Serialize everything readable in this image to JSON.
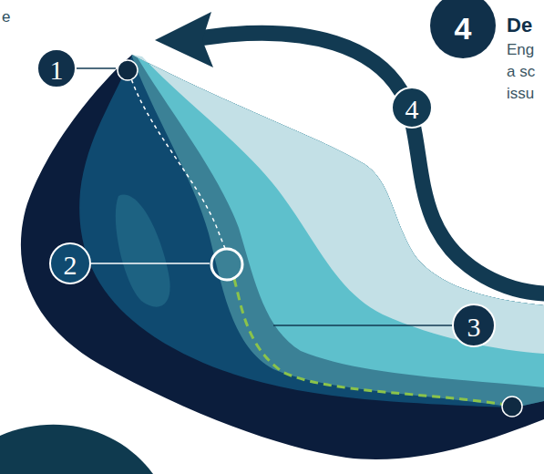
{
  "diagram": {
    "labels": [
      "e",
      "4",
      "De",
      "Eng",
      "a sc",
      "issu",
      "1",
      "4",
      "2",
      "3"
    ]
  }
}
